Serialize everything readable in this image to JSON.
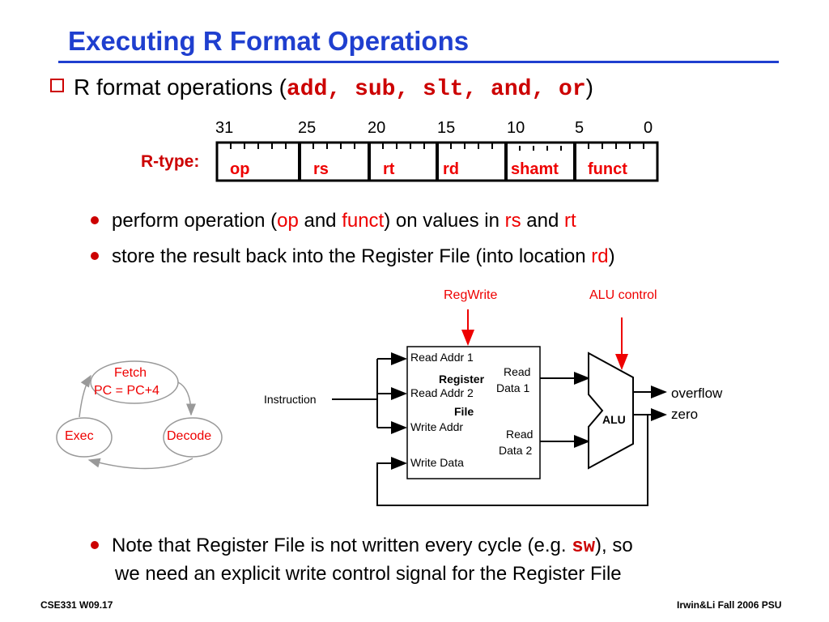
{
  "title": "Executing R Format Operations",
  "bullet_main": {
    "prefix": "R format operations (",
    "code": "add, sub, slt, and, or",
    "suffix": ")"
  },
  "rtype": {
    "label": "R-type:",
    "bit_numbers": [
      "31",
      "25",
      "20",
      "15",
      "10",
      "5",
      "0"
    ],
    "fields": [
      "op",
      "rs",
      "rt",
      "rd",
      "shamt",
      "funct"
    ]
  },
  "sub_bullets": {
    "b1": {
      "t1": "perform operation (",
      "op": "op",
      "t2": " and ",
      "funct": "funct",
      "t3": ") on values in ",
      "rs": "rs",
      "t4": " and ",
      "rt": "rt"
    },
    "b2": {
      "t1": "store the result back into the Register File (into location ",
      "rd": "rd",
      "t2": ")"
    }
  },
  "cycle": {
    "fetch": "Fetch",
    "pc": "PC = PC+4",
    "exec": "Exec",
    "decode": "Decode"
  },
  "datapath": {
    "regwrite": "RegWrite",
    "alu_control": "ALU control",
    "instruction": "Instruction",
    "read_addr1": "Read Addr 1",
    "read_addr2": "Read Addr 2",
    "write_addr": "Write Addr",
    "write_data": "Write Data",
    "register": "Register",
    "file": "File",
    "read_data1_a": "Read",
    "read_data1_b": "Data 1",
    "read_data2_a": "Read",
    "read_data2_b": "Data 2",
    "alu": "ALU",
    "overflow": "overflow",
    "zero": "zero"
  },
  "note": {
    "l1a": "Note that Register File is not written every cycle (e.g. ",
    "code": "sw",
    "l1b": "), so",
    "l2": "we need an explicit write control signal for the Register File"
  },
  "footer": {
    "left": "CSE331  W09.17",
    "right": "Irwin&Li Fall 2006 PSU"
  }
}
